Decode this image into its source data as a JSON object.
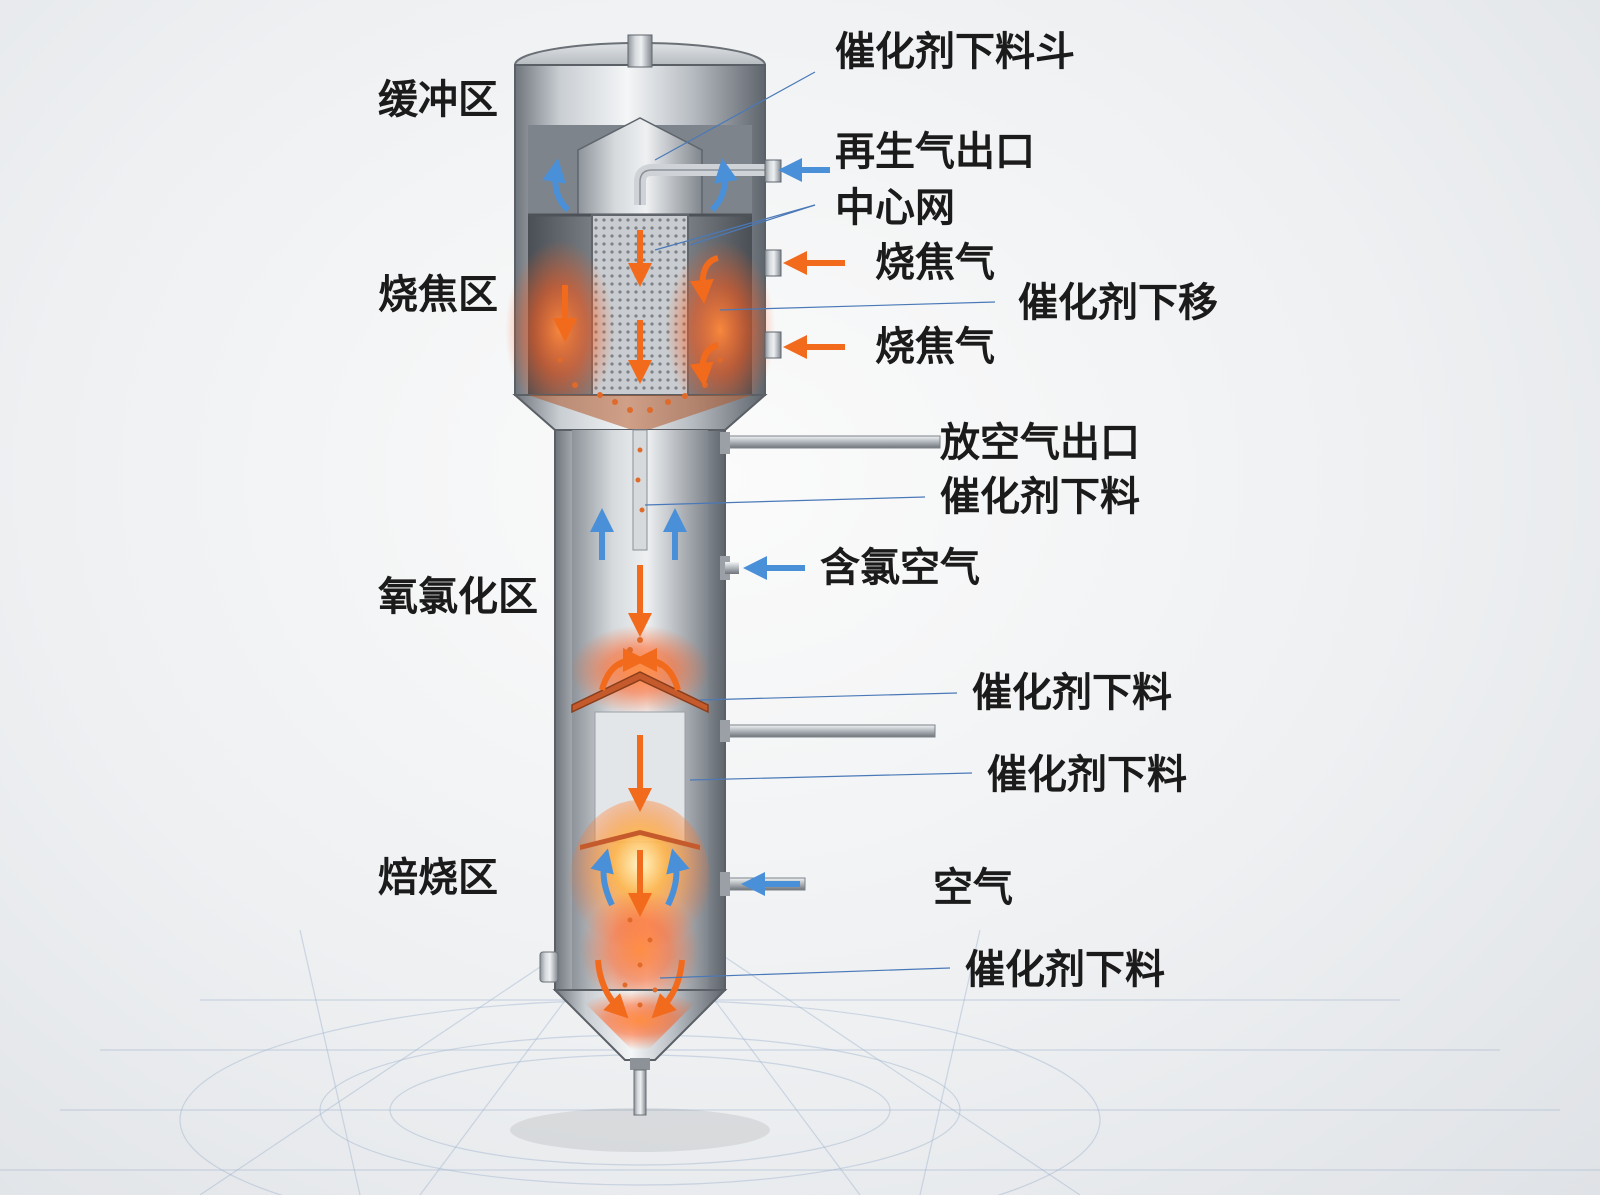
{
  "zones": {
    "buffer": "缓冲区",
    "coke_burning": "烧焦区",
    "oxychlorination": "氧氯化区",
    "calcination": "焙烧区"
  },
  "callouts": {
    "catalyst_hopper": "催化剂下料斗",
    "regen_gas_outlet": "再生气出口",
    "center_screen": "中心网",
    "coke_gas_1": "烧焦气",
    "catalyst_moving_down": "催化剂下移",
    "coke_gas_2": "烧焦气",
    "vent_gas_outlet": "放空气出口",
    "catalyst_down_1": "催化剂下料",
    "chlorine_air": "含氯空气",
    "catalyst_down_2": "催化剂下料",
    "catalyst_down_3": "催化剂下料",
    "air": "空气",
    "catalyst_down_4": "催化剂下料"
  },
  "colors": {
    "hot_arrow": "#f26a1b",
    "cool_arrow": "#4a90d9",
    "steel_light": "#e9ecef",
    "steel_dark": "#6e747b",
    "glow": "#ff5a1a",
    "leader_line": "#4a79b8"
  }
}
